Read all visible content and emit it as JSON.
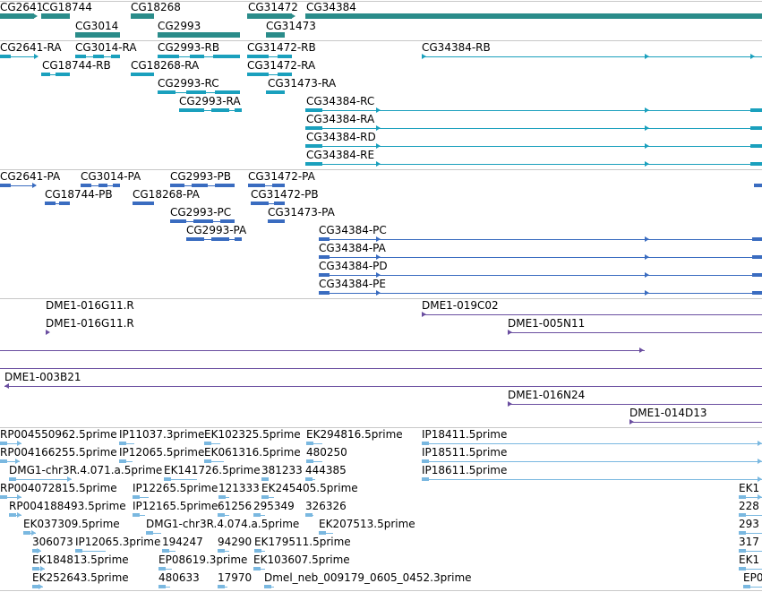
{
  "colors": {
    "gene": "#2a8c8a",
    "modelA": "#1aa0bd",
    "modelB": "#3a6cc0",
    "clone": "#6a4ea0",
    "est": "#7ab8e0",
    "separator": "#c8c8c8"
  },
  "tracks": {
    "genes": [
      "CG2641",
      "CG18744",
      "CG3014",
      "CG18268",
      "CG2993",
      "CG31472",
      "CG31473",
      "CG34384"
    ],
    "transcripts_ra": [
      "CG2641-RA",
      "CG3014-RA",
      "CG2993-RB",
      "CG31472-RB",
      "CG34384-RB",
      "CG18744-RB",
      "CG18268-RA",
      "CG31472-RA",
      "CG2993-RC",
      "CG31473-RA",
      "CG2993-RA",
      "CG34384-RC",
      "CG34384-RA",
      "CG34384-RD",
      "CG34384-RE"
    ],
    "transcripts_pa": [
      "CG2641-PA",
      "CG3014-PA",
      "CG2993-PB",
      "CG31472-PA",
      "CG18744-PB",
      "CG18268-PA",
      "CG31472-PB",
      "CG2993-PC",
      "CG31473-PA",
      "CG2993-PA",
      "CG34384-PC",
      "CG34384-PA",
      "CG34384-PD",
      "CG34384-PE"
    ],
    "clones": [
      "DME1-016G11.R",
      "DME1-019C02",
      "DME1-016G11.R",
      "DME1-005N11",
      "DME1-003B21",
      "DME1-016N24",
      "DME1-014D13"
    ],
    "ests": [
      "RP004550962.5prime",
      "IP11037.3prime",
      "EK102325.5prime",
      "EK294816.5prime",
      "IP18411.5prime",
      "RP004166255.5prime",
      "IP12065.5prime",
      "EK061316.5prime",
      "480250",
      "IP18511.5prime",
      "DMG1-chr3R.4.071.a.5prime",
      "EK141726.5prime",
      "381233",
      "444385",
      "IP18611.5prime",
      "RP004072815.5prime",
      "IP12265.5prime",
      "121333",
      "EK245405.5prime",
      "EK1",
      "RP004188493.5prime",
      "IP12165.5prime",
      "61256",
      "295349",
      "326326",
      "228",
      "EK037309.5prime",
      "DMG1-chr3R.4.074.a.5prime",
      "EK207513.5prime",
      "293",
      "306073",
      "IP12065.3prime",
      "194247",
      "94290",
      "EK179511.5prime",
      "317",
      "EK184813.5prime",
      "EP08619.3prime",
      "EK103607.5prime",
      "EK1",
      "EK252643.5prime",
      "480633",
      "17970",
      "Dmel_neb_009179_0605_0452.3prime",
      "EP0"
    ]
  }
}
